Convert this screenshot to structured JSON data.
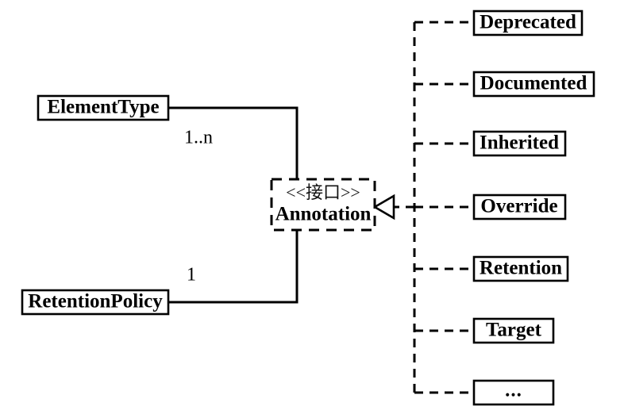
{
  "diagram": {
    "type": "uml-class-diagram",
    "background_color": "#ffffff",
    "line_color": "#000000",
    "interface": {
      "stereotype": "<<接口>>",
      "name": "Annotation",
      "border_style": "dashed"
    },
    "left_classes": [
      {
        "name": "ElementType",
        "multiplicity": "1..n"
      },
      {
        "name": "RetentionPolicy",
        "multiplicity": "1"
      }
    ],
    "implementors": [
      {
        "name": "Deprecated"
      },
      {
        "name": "Documented"
      },
      {
        "name": "Inherited"
      },
      {
        "name": "Override"
      },
      {
        "name": "Retention"
      },
      {
        "name": "Target"
      },
      {
        "name": "..."
      }
    ],
    "relations": {
      "association_style": "solid",
      "realization_style": "dashed-with-hollow-triangle"
    }
  }
}
